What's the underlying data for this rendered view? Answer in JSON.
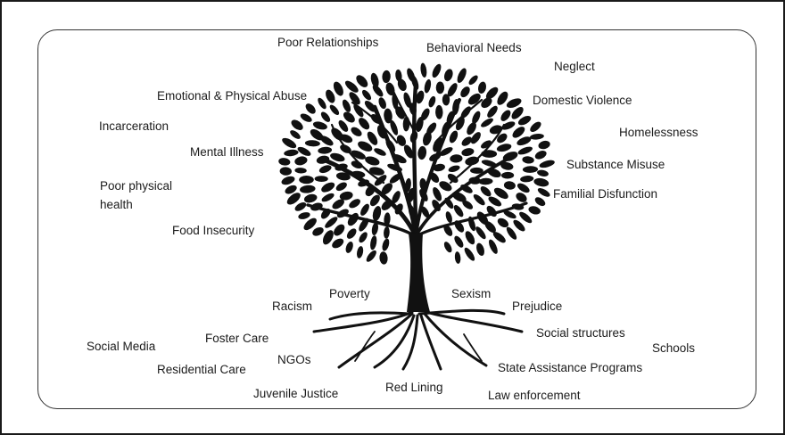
{
  "labels": {
    "poor_relationships": "Poor Relationships",
    "behavioral_needs": "Behavioral Needs",
    "neglect": "Neglect",
    "emotional_physical_abuse": "Emotional & Physical Abuse",
    "domestic_violence": "Domestic Violence",
    "incarceration": "Incarceration",
    "homelessness": "Homelessness",
    "mental_illness": "Mental Illness",
    "substance_misuse": "Substance Misuse",
    "poor_physical_health": "Poor physical health",
    "familial_disfunction": "Familial Disfunction",
    "food_insecurity": "Food Insecurity",
    "poverty": "Poverty",
    "sexism": "Sexism",
    "racism": "Racism",
    "prejudice": "Prejudice",
    "social_structures": "Social structures",
    "foster_care": "Foster Care",
    "social_media": "Social Media",
    "schools": "Schools",
    "ngos": "NGOs",
    "residential_care": "Residential Care",
    "state_assistance_programs": "State Assistance Programs",
    "red_lining": "Red Lining",
    "juvenile_justice": "Juvenile Justice",
    "law_enforcement": "Law enforcement"
  },
  "colors": {
    "tree": "#111111",
    "text": "#1b1b1b",
    "border": "#333333"
  }
}
